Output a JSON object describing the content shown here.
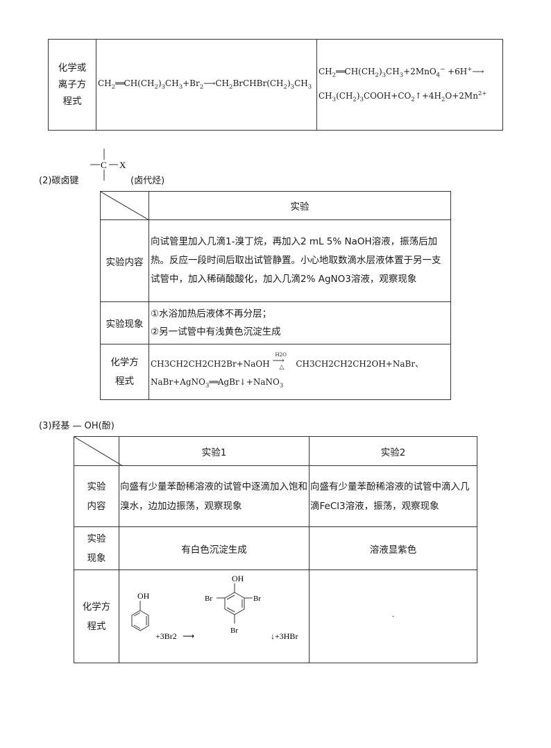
{
  "table1": {
    "row_label": "化学或离子方程式",
    "row_label_lines": [
      "化学或",
      "离子方",
      "程式"
    ],
    "eq_left": {
      "a": "CH",
      "a_sub": "2",
      "b": "CH(CH",
      "b_sub": "2",
      "c": ")",
      "c_sub": "3",
      "d": "CH",
      "d_sub": "3",
      "e": "+Br",
      "e_sub": "2",
      "f": "CH",
      "f_sub": "2",
      "g": "BrCHBr(CH",
      "g_sub": "2",
      "h": ")",
      "h_sub": "3",
      "i": "CH",
      "i_sub": "3"
    },
    "eq_right_line1": {
      "a": "CH",
      "a_sub": "2",
      "b": "CH(CH",
      "b_sub": "2",
      "c": ")",
      "c_sub": "3",
      "d": "CH",
      "d_sub": "3",
      "e": "+2MnO",
      "e_sub": "4",
      "e_sup": "−",
      "f": " +6H",
      "f_sup": "+"
    },
    "eq_right_line2": {
      "a": "CH",
      "a_sub": "3",
      "b": "(CH",
      "b_sub": "2",
      "c": ")",
      "c_sub": "3",
      "d": "COOH+CO",
      "d_sub": "2",
      "e": "↑+4H",
      "e_sub": "2",
      "f": "O+2Mn",
      "f_sup": "2+"
    }
  },
  "section2": {
    "prefix": "(2)碳卤键",
    "suffix": "(卤代烃)",
    "struct_c": "C",
    "struct_x": "X"
  },
  "table2": {
    "header": "实验",
    "rows": [
      {
        "label": "实验内容",
        "text": "向试管里加入几滴1-溴丁烷，再加入2 mL 5% NaOH溶液，振荡后加热。反应一段时间后取出试管静置。小心地取数滴水层液体置于另一支试管中，加入稀硝酸酸化，加入几滴2% AgNO3溶液，观察现象"
      },
      {
        "label": "实验现象",
        "lines": [
          "①水浴加热后液体不再分层；",
          "②另一试管中有浅黄色沉淀生成"
        ]
      }
    ],
    "eq_label": "化学方程式",
    "eq_label_lines": [
      "化学方",
      "程式"
    ],
    "eq1_left": "CH3CH2CH2CH2Br+NaOH",
    "eq1_cond_top": "H2O",
    "eq1_cond_bottom": "△",
    "eq1_right": "CH3CH2CH2CH2OH+NaBr、",
    "eq2": {
      "a": "NaBr+AgNO",
      "a_sub": "3",
      "b": "AgBr↓+NaNO",
      "b_sub": "3"
    }
  },
  "section3": {
    "title": "(3)羟基 — OH(酚)"
  },
  "table3": {
    "headers": [
      "实验1",
      "实验2"
    ],
    "content_label_lines": [
      "实验",
      "内容"
    ],
    "content": [
      "向盛有少量苯酚稀溶液的试管中逐滴加入饱和溴水，边加边振荡，观察现象",
      "向盛有少量苯酚稀溶液的试管中滴入几滴FeCl3溶液，振荡，观察现象"
    ],
    "phenomenon_label_lines": [
      "实验",
      "现象"
    ],
    "phenomena": [
      "有白色沉淀生成",
      "溶液显紫色"
    ],
    "eq_label_lines": [
      "化学方",
      "程式"
    ],
    "phenol_oh": "OH",
    "reagent": "+3Br2",
    "product_oh": "OH",
    "br_left": "Br",
    "br_right": "Br",
    "br_bottom": "Br",
    "by_product": "↓+3HBr",
    "empty_mark": "-"
  }
}
